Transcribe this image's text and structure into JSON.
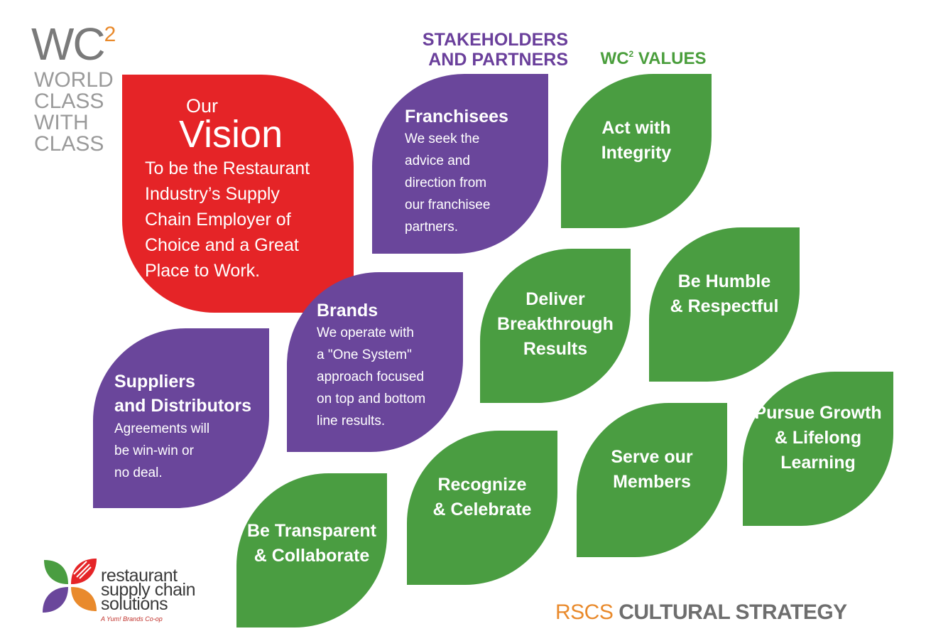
{
  "brand": {
    "wc": "WC",
    "sup": "2",
    "tagline": [
      "WORLD",
      "CLASS",
      "WITH",
      "CLASS"
    ]
  },
  "stakeholders_title": [
    "STAKEHOLDERS",
    "AND PARTNERS"
  ],
  "values_title": {
    "prefix": "WC",
    "sup": "2",
    "suffix": " VALUES"
  },
  "vision": {
    "our": "Our",
    "vision": "Vision",
    "lines": [
      "To be the Restaurant",
      "Industry’s Supply",
      "Chain Employer of",
      "Choice and a Great",
      "Place to Work."
    ]
  },
  "franchisees": {
    "title": "Franchisees",
    "lines": [
      "We seek the",
      "advice and",
      "direction from",
      "our franchisee",
      "partners."
    ]
  },
  "brands_card": {
    "title": "Brands",
    "lines": [
      "We operate with",
      "a \"One System\"",
      "approach focused",
      "on top and bottom",
      "line results."
    ]
  },
  "suppliers": {
    "title": [
      "Suppliers",
      "and Distributors"
    ],
    "lines": [
      "Agreements will",
      "be win-win or",
      "no deal."
    ]
  },
  "values": {
    "act": [
      "Act with",
      "Integrity"
    ],
    "deliver": [
      "Deliver",
      "Breakthrough",
      "Results"
    ],
    "humble": [
      "Be Humble",
      "& Respectful"
    ],
    "growth": [
      "Pursue Growth",
      "& Lifelong",
      "Learning"
    ],
    "serve": [
      "Serve our",
      "Members"
    ],
    "recognize": [
      "Recognize",
      "& Celebrate"
    ],
    "transparent": [
      "Be Transparent",
      "& Collaborate"
    ]
  },
  "logo": {
    "lines": [
      "restaurant",
      "supply chain",
      "solutions"
    ],
    "sub": "A Yum! Brands Co-op"
  },
  "footer": {
    "part1": "RSCS",
    "part2": " CULTURAL STRATEGY"
  },
  "colors": {
    "red": "#e52427",
    "purple": "#6a469b",
    "green": "#4a9d41",
    "orange": "#e98a2c",
    "gray": "#7a7a7a"
  }
}
